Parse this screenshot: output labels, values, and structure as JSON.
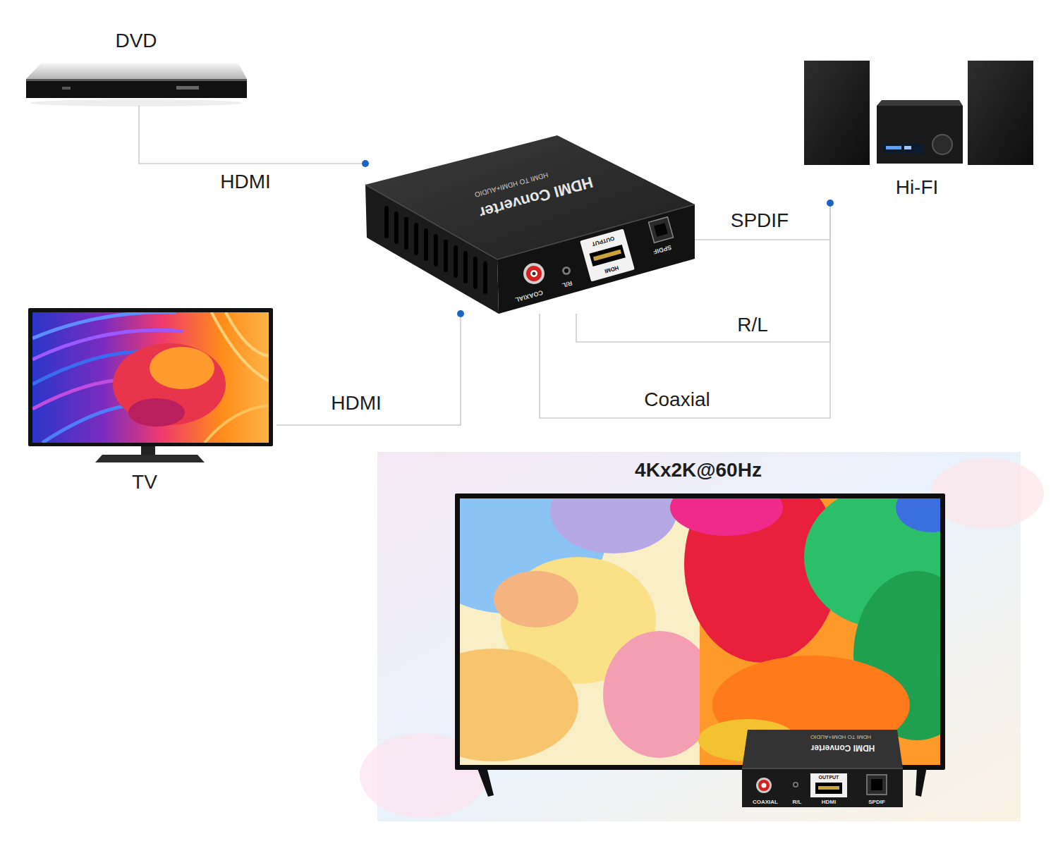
{
  "diagram": {
    "nodes": [
      {
        "text": [
          "DVD"
        ]
      },
      {
        "text": [
          "HDMI Converter",
          "HDMI TO HDMI+AUDIO"
        ]
      },
      {
        "text": [
          "Hi-FI"
        ]
      },
      {
        "text": [
          "TV"
        ]
      },
      {
        "text": [
          "4Kx2K@60Hz"
        ]
      },
      {
        "text": [
          "HDMI Converter",
          "HDMI TO HDMI+AUDIO"
        ],
        "in": 4
      }
    ],
    "edges": [
      {
        "from": 0,
        "to": 1,
        "label": "HDMI",
        "arrow": "none"
      },
      {
        "from": 1,
        "to": 3,
        "label": "HDMI",
        "arrow": "none"
      },
      {
        "from": 1,
        "to": 2,
        "label": "SPDIF",
        "arrow": "none"
      },
      {
        "from": 1,
        "to": 2,
        "label": "R/L",
        "arrow": "none"
      },
      {
        "from": 1,
        "to": 2,
        "label": "Coaxial",
        "arrow": "none"
      }
    ],
    "labels": [
      "COAXIAL",
      "R/L",
      "OUTPUT",
      "HDMI",
      "SPDIF",
      "COAXIAL",
      "R/L",
      "OUTPUT",
      "HDMI",
      "SPDIF"
    ]
  }
}
